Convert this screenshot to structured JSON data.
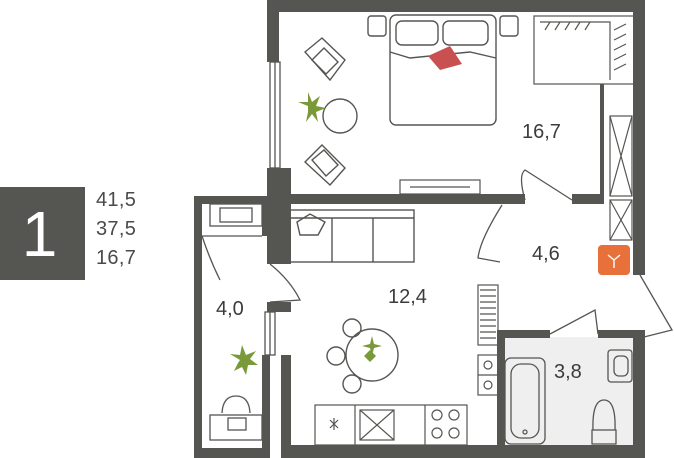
{
  "apartment": {
    "rooms_count": "1",
    "areas": [
      "41,5",
      "37,5",
      "16,7"
    ]
  },
  "plan": {
    "labels": {
      "bedroom": "16,7",
      "hall": "4,6",
      "loggia": "4,0",
      "kitchen_living": "12,4",
      "bathroom": "3,8"
    }
  },
  "colors": {
    "wall": "#555652",
    "badge": "#555652",
    "accent": "#e8703a",
    "plant": "#7a9a3a",
    "pillow": "#c85050",
    "bathroom_floor": "#eeeeee"
  }
}
